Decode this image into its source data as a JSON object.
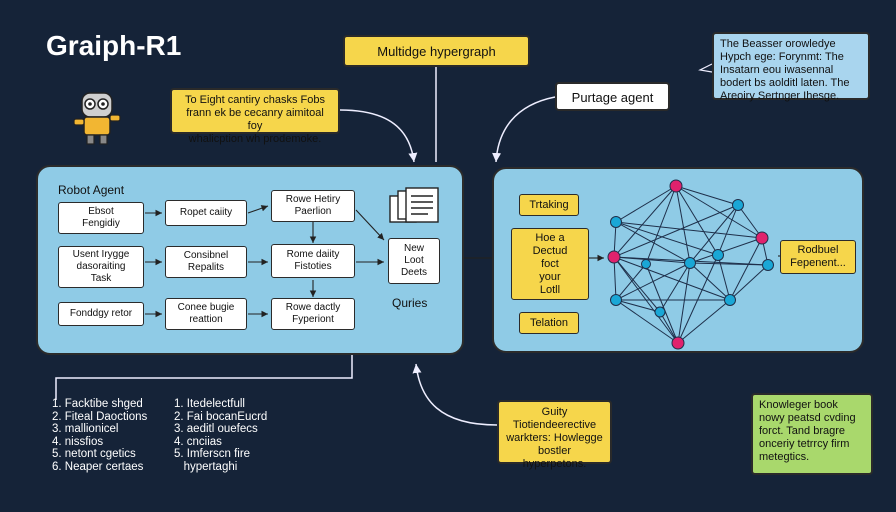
{
  "title": "Graiph-R1",
  "top_note": {
    "lines": [
      "Multidge hypergraph"
    ]
  },
  "left_note": {
    "lines": [
      "To Eight cantiry chasks Fobs",
      "frann ek be cecanry aimitoal foy",
      "whalicption wh prodemoke."
    ]
  },
  "portage_note": {
    "lines": [
      "Purtage agent"
    ]
  },
  "right_note": {
    "lines": [
      "The Beasser orowledye",
      "Hypch ege: Forynmt: The",
      "Insatarn eou iwasennal",
      "bodert bs aolditl laten. The",
      "Areoiry Sertnger Ihesge."
    ]
  },
  "left_panel": {
    "label": "Robot Agent",
    "col1": [
      [
        "Ebsot",
        "Fengidiy"
      ],
      [
        "Usent Irygge",
        "dasoraiting",
        "Task"
      ],
      [
        "Fonddgy retor"
      ]
    ],
    "col2": [
      [
        "Ropet caiity"
      ],
      [
        "Consibnel",
        "Repalits"
      ],
      [
        "Conee bugie",
        "reattion"
      ]
    ],
    "col3": [
      [
        "Rowe Hetiry",
        "Paerlion"
      ],
      [
        "Rome daiity",
        "Fistoties"
      ],
      [
        "Rowe dactly",
        "Fyperiont"
      ]
    ],
    "new_box": [
      "New",
      "Loot",
      "Deets"
    ],
    "queries": "Quries"
  },
  "right_panel": {
    "tracking": "Trtaking",
    "center_box": [
      "Hoe a",
      "Dectud",
      "foct",
      "your",
      "Lotll"
    ],
    "relation": "Telation",
    "right_box": [
      "Rodbuel",
      "Fepenent..."
    ]
  },
  "bottom_center_note": {
    "lines": [
      "Guity",
      "Tiotiendeerective",
      "warkters: Howlegge",
      "bostler hyperpetons."
    ]
  },
  "bottom_right_note": {
    "lines": [
      "Knowleger book",
      "nowy peatsd cvding",
      "forct. Tand bragre",
      "onceriy tetrrcy firm",
      "metegtics."
    ]
  },
  "list_left": [
    "1. Facktibe shged",
    "2. Fiteal Daoctions",
    "3. mallionicel",
    "4. nissfios",
    "5. netont cgetics",
    "6. Neaper certaes"
  ],
  "list_right": [
    "1. Itedelectfull",
    "2. Fai bocanEucrd",
    "3. aeditl ouefecs",
    "4. cnciias",
    "5. Imferscn fire",
    "   hypertaghi"
  ],
  "colors": {
    "background": "#152338",
    "panel": "#8fcbe6",
    "note_yellow": "#f6d64b",
    "node_pink": "#e0226d",
    "node_blue": "#1aa7d6"
  }
}
